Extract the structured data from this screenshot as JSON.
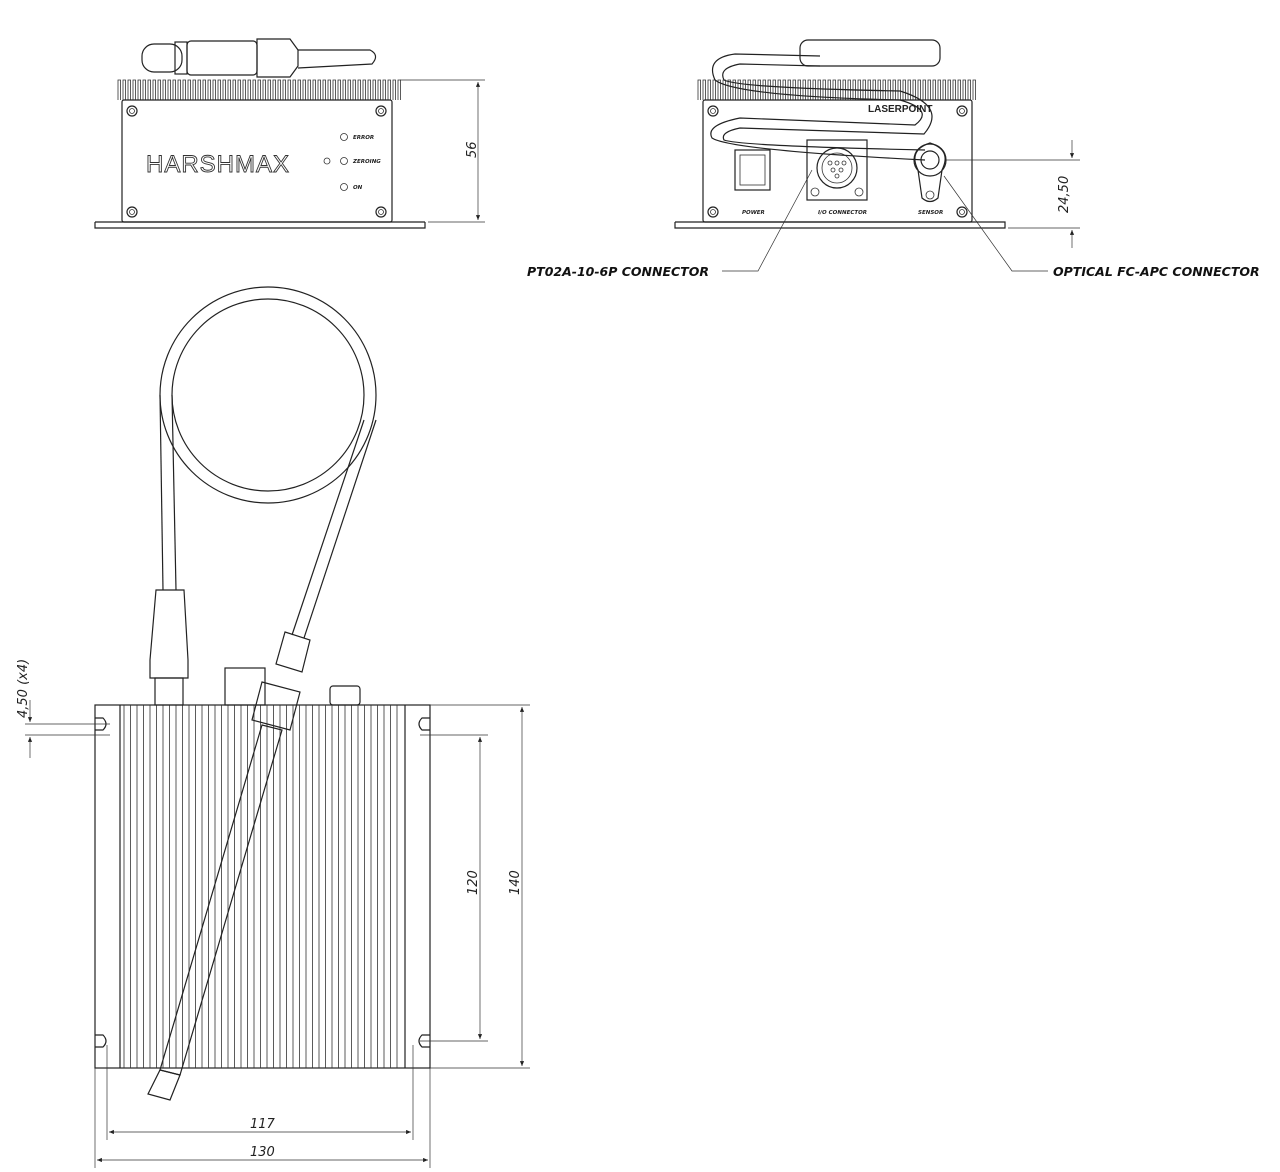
{
  "front_view": {
    "brand": "HARSHMAX",
    "leds": [
      "ERROR",
      "ZEROING",
      "ON"
    ],
    "height_dim": "56"
  },
  "rear_view": {
    "brand": "LASERPOINT",
    "labels": [
      "POWER",
      "I/O CONNECTOR",
      "SENSOR"
    ],
    "height_dim": "24,50",
    "callouts": {
      "io_connector": "PT02A-10-6P CONNECTOR",
      "optical_connector": "OPTICAL FC-APC CONNECTOR"
    }
  },
  "top_view": {
    "dims": {
      "hole": "4,50 (x4)",
      "inner_length": "120",
      "outer_length": "140",
      "inner_width": "117",
      "outer_width": "130"
    }
  }
}
